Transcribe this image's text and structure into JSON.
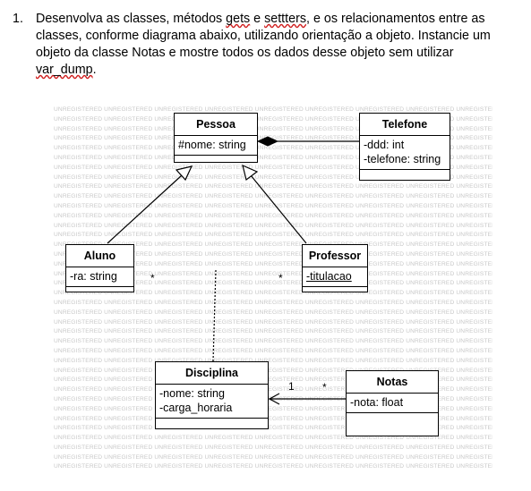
{
  "task": {
    "number": "1.",
    "text_part1": "Desenvolva as classes, métodos ",
    "word_gets": "gets",
    "text_part2": " e ",
    "word_setters": "settters",
    "text_part3": ", e os relacionamentos entre as classes, conforme diagrama abaixo, utilizando orientação a objeto. Instancie um objeto da classe Notas e mostre todos os dados desse objeto sem utilizar ",
    "word_vardump": "var_dump",
    "text_end": "."
  },
  "watermark": {
    "word": "UNREGISTERED"
  },
  "classes": {
    "pessoa": {
      "name": "Pessoa",
      "attributes": [
        "#nome: string"
      ]
    },
    "telefone": {
      "name": "Telefone",
      "attributes": [
        "-ddd: int",
        "-telefone: string"
      ]
    },
    "aluno": {
      "name": "Aluno",
      "attributes": [
        "-ra: string"
      ]
    },
    "professor": {
      "name": "Professor",
      "attributes": [
        "-titulacao"
      ]
    },
    "disciplina": {
      "name": "Disciplina",
      "attributes": [
        "-nome: string",
        "-carga_horaria"
      ]
    },
    "notas": {
      "name": "Notas",
      "attributes": [
        "-nota: float"
      ]
    }
  },
  "multiplicities": {
    "aluno_star": "*",
    "professor_star": "*",
    "disciplina_one": "1",
    "notas_star": "*"
  },
  "colors": {
    "line": "#000000",
    "watermark": "#c8c8c8",
    "spellcheck": "#d02020"
  }
}
